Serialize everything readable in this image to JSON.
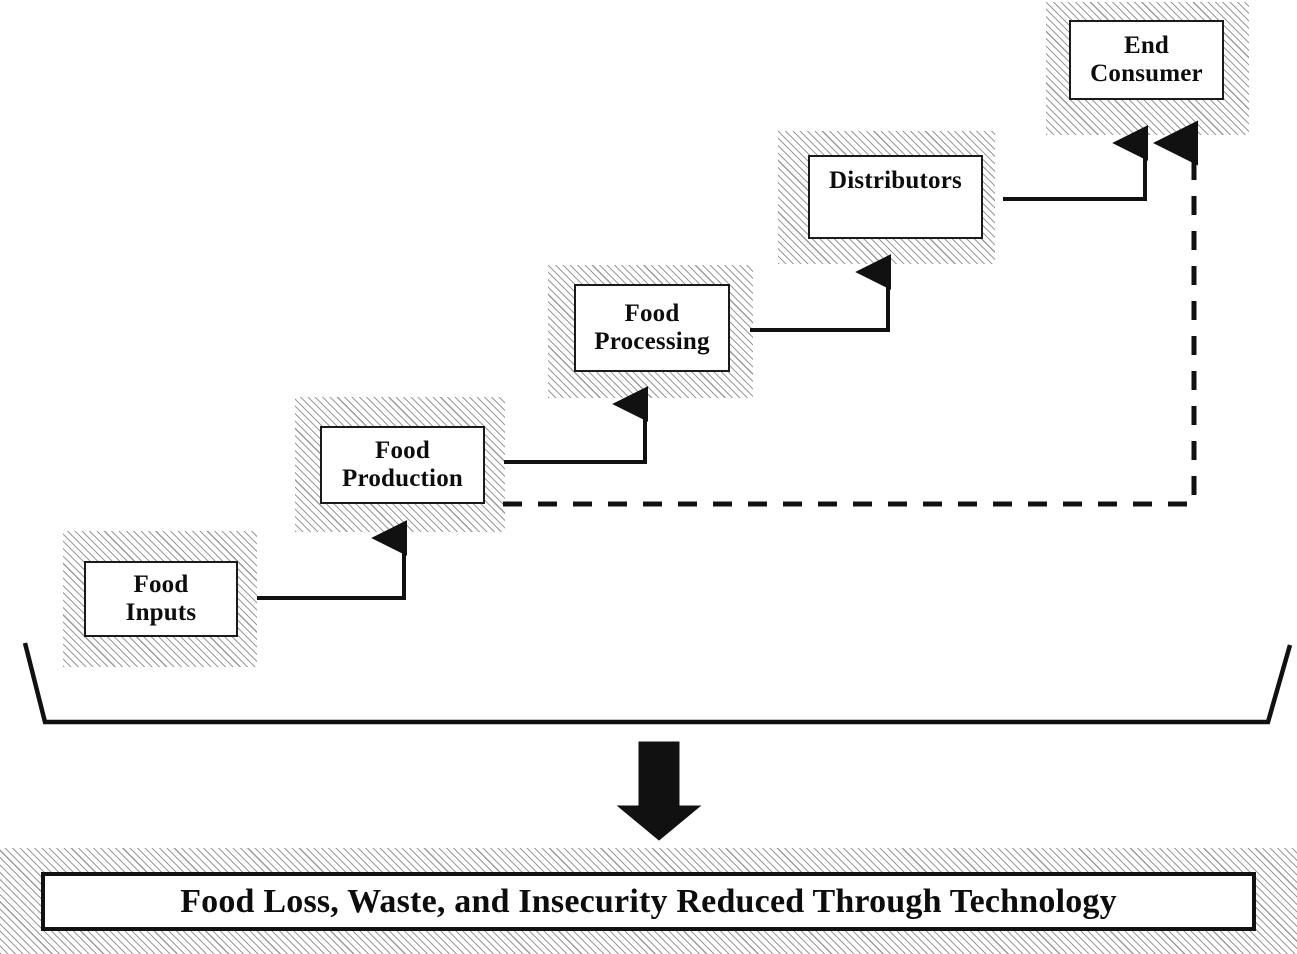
{
  "diagram": {
    "title_text": "Food Loss, Waste, and Insecurity Reduced Through Technology",
    "nodes": [
      {
        "id": "food-inputs",
        "label": "Food\nInputs"
      },
      {
        "id": "food-production",
        "label": "Food\nProduction"
      },
      {
        "id": "food-processing",
        "label": "Food\nProcessing"
      },
      {
        "id": "distributors",
        "label": "Distributors"
      },
      {
        "id": "end-consumer",
        "label": "End\nConsumer"
      }
    ],
    "connectors": [
      {
        "id": "inputs-to-production",
        "style": "solid",
        "from": "food-inputs",
        "to": "food-production"
      },
      {
        "id": "production-to-processing",
        "style": "solid",
        "from": "food-production",
        "to": "food-processing"
      },
      {
        "id": "processing-to-distributors",
        "style": "solid",
        "from": "food-processing",
        "to": "distributors"
      },
      {
        "id": "distributors-to-consumer",
        "style": "solid",
        "from": "distributors",
        "to": "end-consumer"
      },
      {
        "id": "production-to-consumer-direct",
        "style": "dashed",
        "from": "food-production",
        "to": "end-consumer"
      }
    ],
    "outcome_arrow": {
      "id": "outcome-arrow",
      "direction": "down"
    },
    "colors": {
      "stroke": "#111111",
      "hatch": "#9a9a9a",
      "background": "#ffffff",
      "text": "#0d0d0d"
    }
  }
}
